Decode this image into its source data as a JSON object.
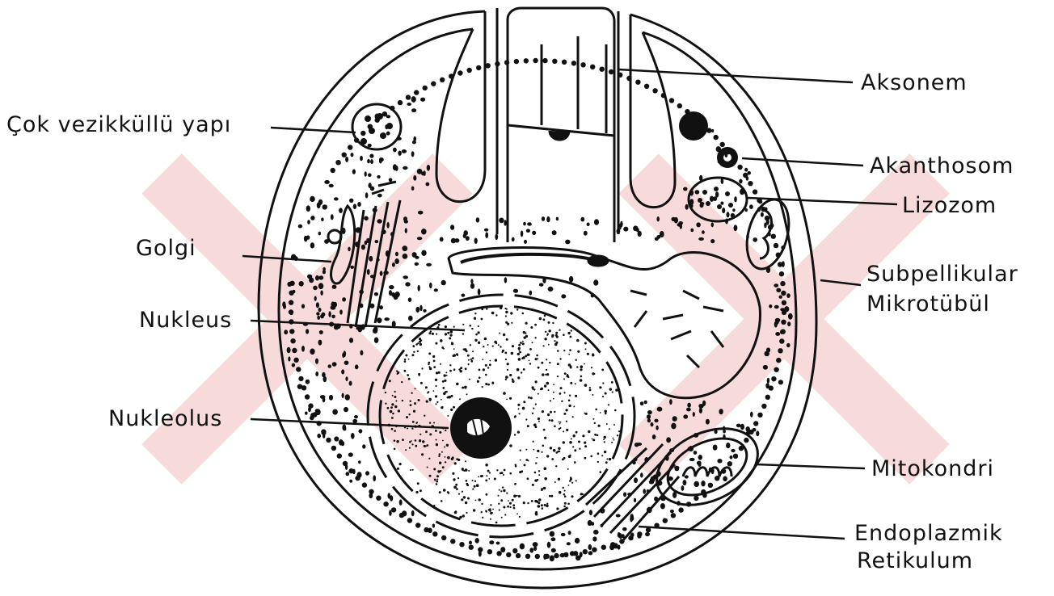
{
  "labels": {
    "aksonem": "Aksonem",
    "akanthosom": "Akanthosom",
    "lizozom": "Lizozom",
    "subpellikular_1": "Subpellikular",
    "subpellikular_2": "Mikrotübül",
    "mitokondri": "Mitokondri",
    "endoplazmik_1": "Endoplazmik",
    "endoplazmik_2": "Retikulum",
    "cok_vezikullu": "Çok vezikküllü yapı",
    "golgi": "Golgi",
    "nukleus": "Nukleus",
    "nukleolus": "Nukleolus"
  },
  "colors": {
    "ink": "#111111",
    "watermark": "#f7d9d9"
  }
}
